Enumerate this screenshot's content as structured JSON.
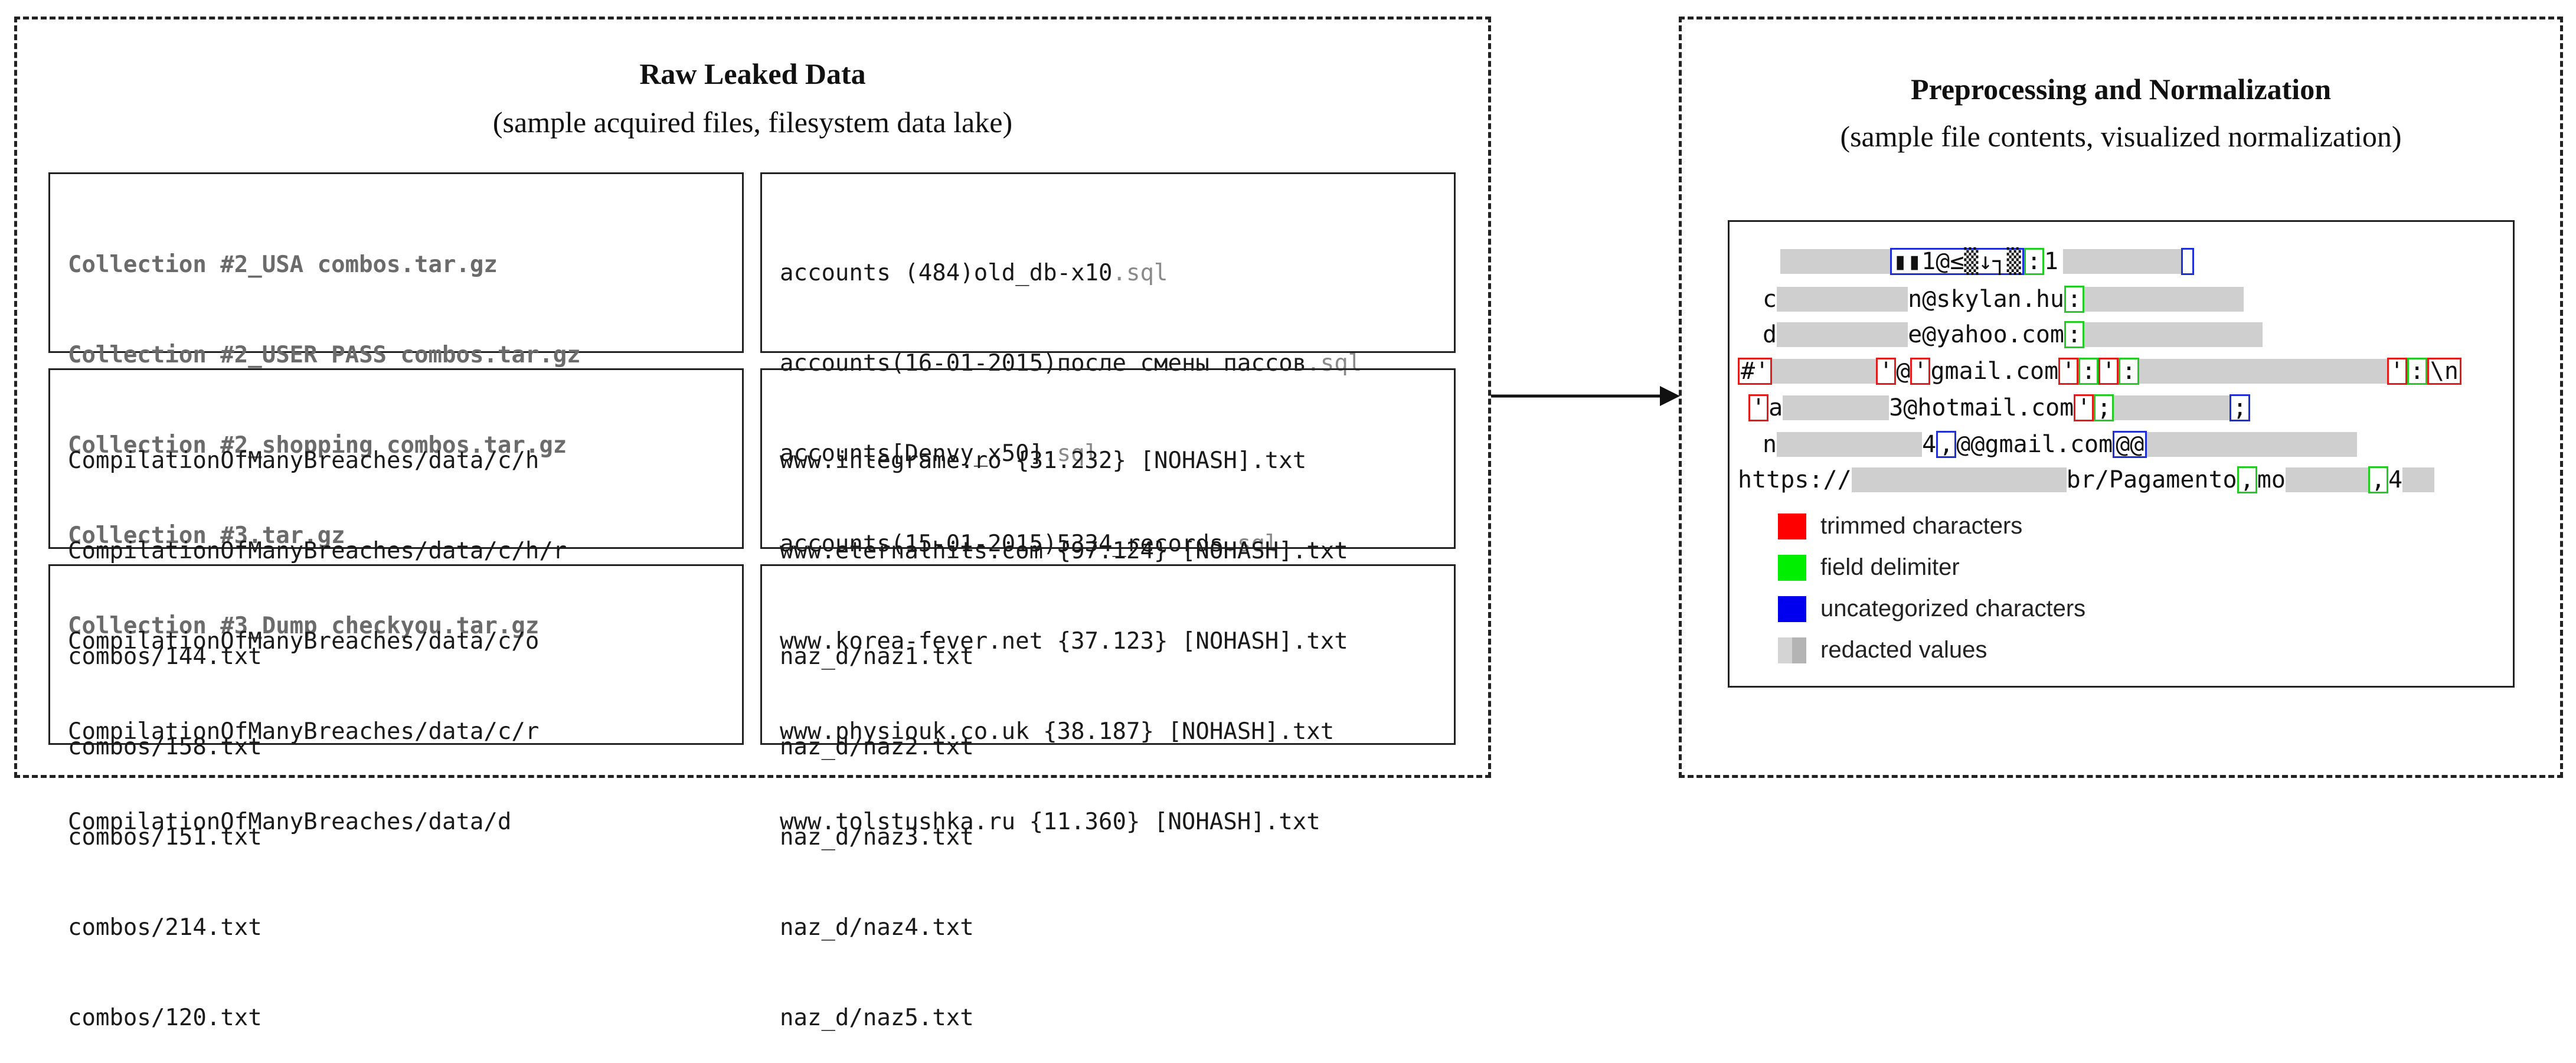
{
  "left": {
    "title": "Raw Leaked Data",
    "subtitle": "(sample acquired files, filesystem data lake)",
    "boxes": [
      {
        "lines": [
          "Collection #2_USA combos.tar.gz",
          "Collection #2_USER PASS combos.tar.gz",
          "Collection #2_shopping combos.tar.gz",
          "Collection #3.tar.gz",
          "Collection #3_Dump checkyou.tar.gz"
        ]
      },
      {
        "lines": [
          {
            "name": "accounts (484)old_db-x10",
            "ext": ".sql"
          },
          {
            "name": "accounts(16-01-2015)после смены пассов",
            "ext": ".sql"
          },
          {
            "name": "accounts[Denvy_x50]",
            "ext": ".sql"
          },
          {
            "name": "accounts(15-01-2015)5334_records",
            "ext": ".sql"
          }
        ]
      },
      {
        "lines": [
          "CompilationOfManyBreaches/data/c/h",
          "CompilationOfManyBreaches/data/c/h/r",
          "CompilationOfManyBreaches/data/c/o",
          "CompilationOfManyBreaches/data/c/r",
          "CompilationOfManyBreaches/data/d"
        ]
      },
      {
        "lines": [
          "www.integrame.ro {31.232} [NOHASH].txt",
          "www.eternalhits.com {97.124} [NOHASH].txt",
          "www.korea-fever.net {37.123} [NOHASH].txt",
          "www.physiouk.co.uk {38.187} [NOHASH].txt",
          "www.tolstushka.ru {11.360} [NOHASH].txt"
        ]
      },
      {
        "lines": [
          "combos/144.txt",
          "combos/158.txt",
          "combos/151.txt",
          "combos/214.txt",
          "combos/120.txt"
        ]
      },
      {
        "lines": [
          "naz_d/naz1.txt",
          "naz_d/naz2.txt",
          "naz_d/naz3.txt",
          "naz_d/naz4.txt",
          "naz_d/naz5.txt"
        ]
      }
    ]
  },
  "right": {
    "title": "Preprocessing and Normalization",
    "subtitle": "(sample file contents, visualized normalization)",
    "sample": {
      "l1": {
        "blue": "▮▮1@≤▒↓┐▒",
        "green": ":",
        "after": "1"
      },
      "l2": {
        "a": "c",
        "b": "n@skylan.hu",
        "delim": ":"
      },
      "l3": {
        "a": "d",
        "b": "e@yahoo.com",
        "delim": ":"
      },
      "l4": {
        "trim1": "#'",
        "trim2": "'",
        "b": "@",
        "trim3": "'",
        "c": "gmail.com",
        "trim4": "'",
        "delim1": ":",
        "trim5": "'",
        "delim2": ":",
        "trim6": "'",
        "delim3": ":",
        "trim7": "\\n"
      },
      "l5": {
        "trim1": "'",
        "a": "a",
        "b": "3@hotmail.com",
        "trim2": "'",
        "delim": ";",
        "blue": ";"
      },
      "l6": {
        "a": "n",
        "b": "4",
        "blue1": ",",
        "c": "@",
        "d": "@gmail.com",
        "blue2": "@@"
      },
      "l7": {
        "a": "https://",
        "b": "br/Pagamento",
        "delim1": ",",
        "c": "mo",
        "delim2": ",",
        "d": "4"
      }
    },
    "legend": [
      {
        "label": "trimmed characters",
        "color": "#ff0000"
      },
      {
        "label": "field delimiter",
        "color": "#00ee00"
      },
      {
        "label": "uncategorized characters",
        "color": "#0000ee"
      },
      {
        "label": "redacted values",
        "color": "#c4c4c4"
      }
    ]
  }
}
